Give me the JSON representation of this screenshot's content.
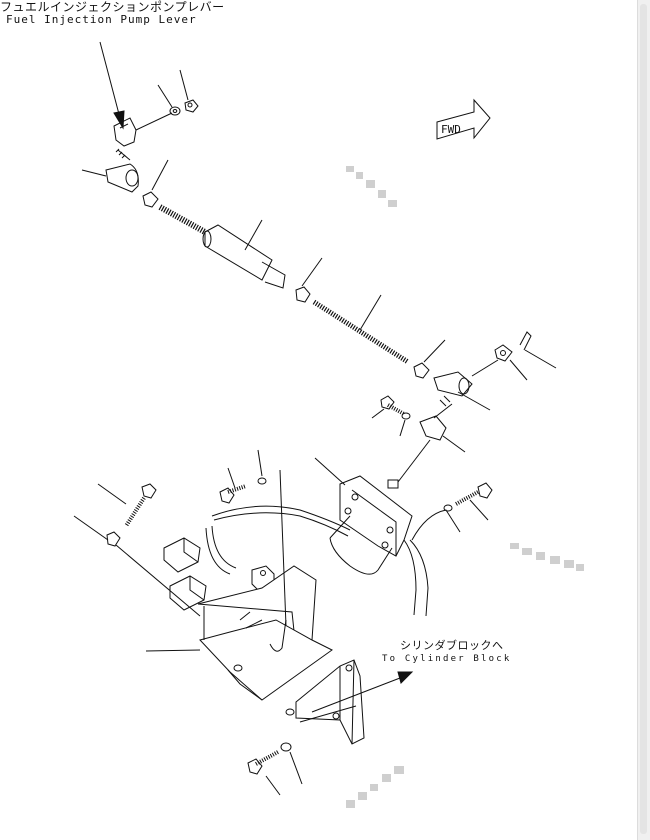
{
  "labels": {
    "fuel_pump_lever_jp": "フュエルインジェクションポンプレバー",
    "fuel_pump_lever_en": "Fuel Injection Pump Lever",
    "fwd": "FWD",
    "to_cylinder_block_jp": "シリンダブロックへ",
    "to_cylinder_block_en": "To Cylinder Block"
  },
  "colors": {
    "line": "#111111",
    "watermark": "#c8c8c8",
    "background": "#ffffff"
  }
}
